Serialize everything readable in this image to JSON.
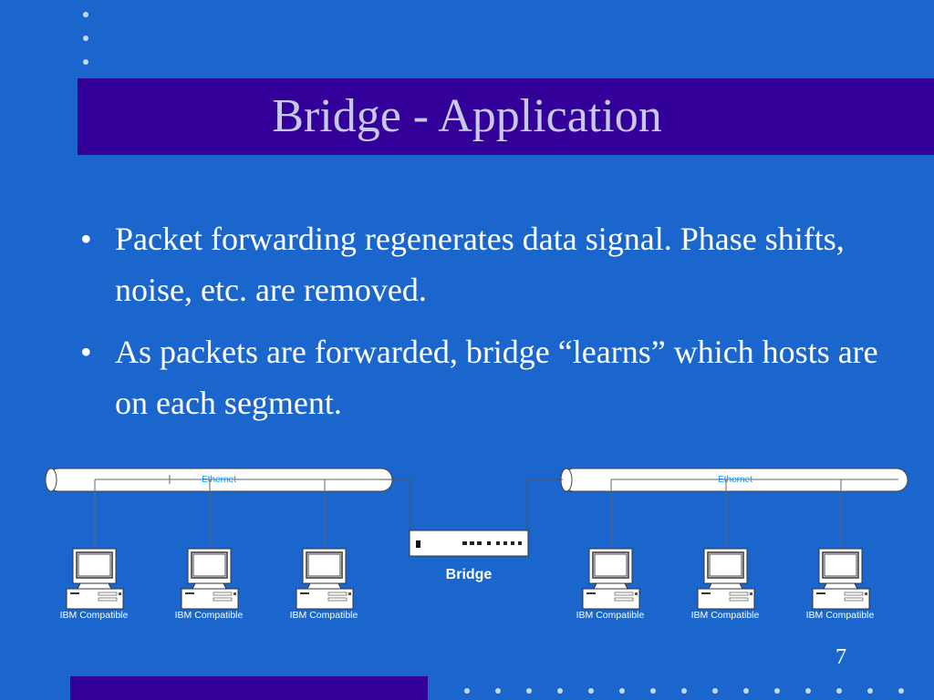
{
  "slide": {
    "title": "Bridge - Application",
    "page_number": "7"
  },
  "bullets": [
    {
      "marker": "•",
      "text": "Packet forwarding regenerates data signal. Phase shifts, noise, etc. are removed."
    },
    {
      "marker": "•",
      "text": "As packets are forwarded, bridge “learns” which hosts are on each segment."
    }
  ],
  "diagram": {
    "segment_left_label": "Ethernet",
    "segment_right_label": "Ethernet",
    "bridge_label": "Bridge",
    "host_label": "IBM Compatible",
    "colors": {
      "background": "#1a66cc",
      "title_band": "#330099",
      "title_text": "#c8c8e8",
      "bridge_label": "#ffffff",
      "host_label": "#ffffff",
      "segment_label": "#0099ff"
    }
  }
}
